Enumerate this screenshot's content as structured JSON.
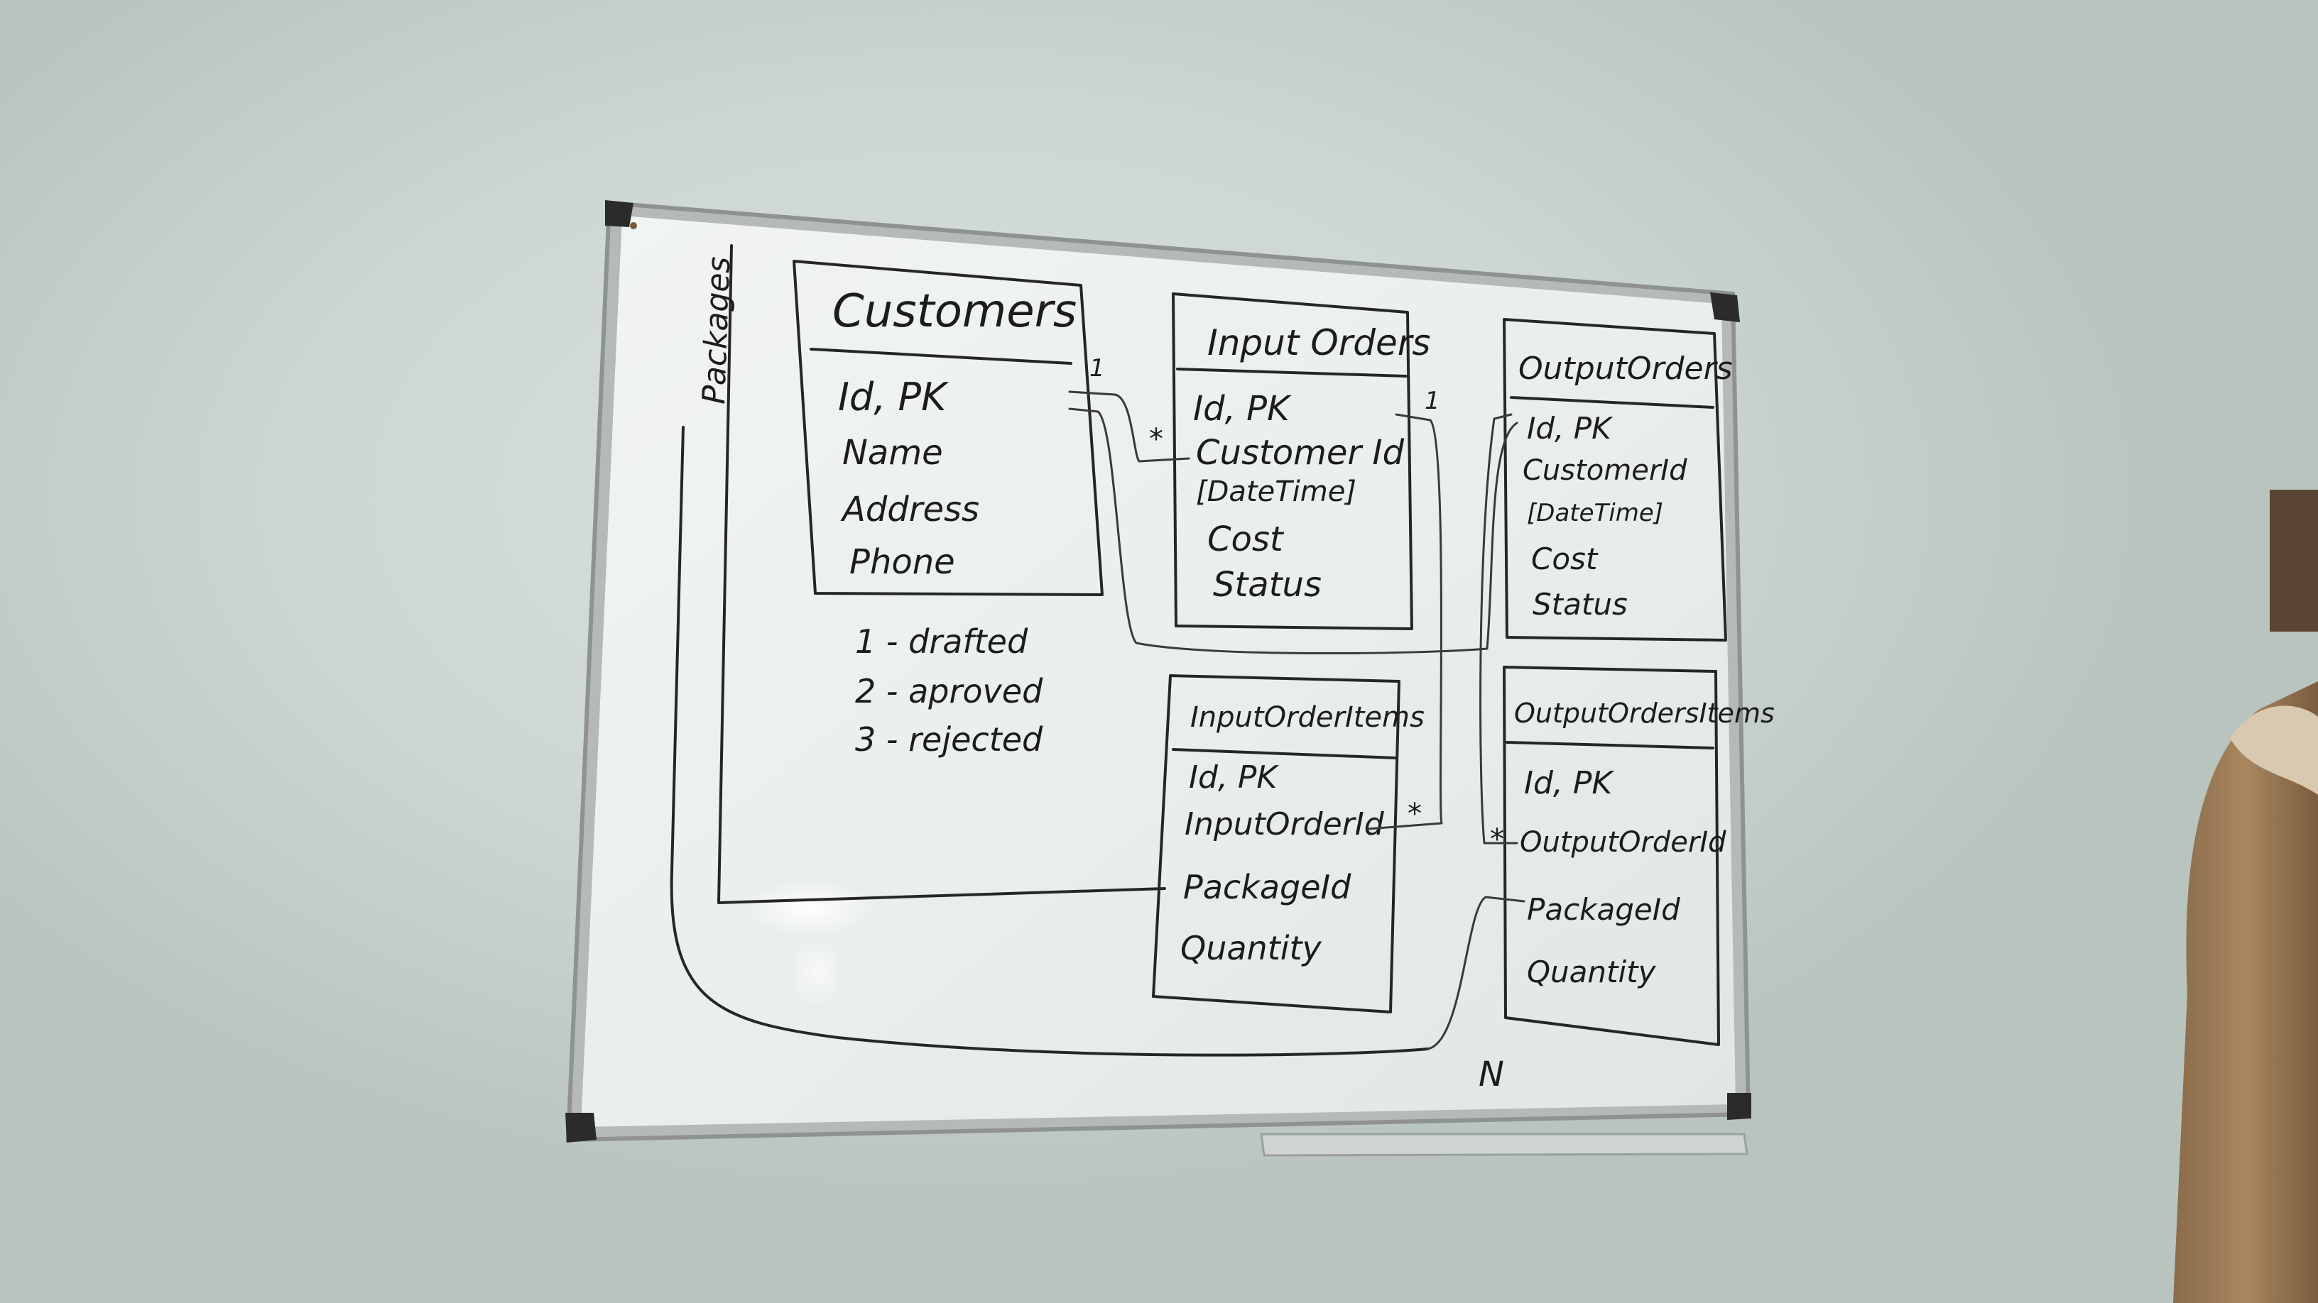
{
  "board": {
    "colors": {
      "wall": "#c9d3cf",
      "board_surface": "#eef2f0",
      "frame": "#a9adac",
      "ink": "#1c1c1c"
    }
  },
  "packages": {
    "title": "Packages"
  },
  "customers": {
    "title": "Customers",
    "fields": [
      "Id, PK",
      "Name",
      "Address",
      "Phone"
    ]
  },
  "input_orders": {
    "title": "Input Orders",
    "fields": [
      "Id, PK",
      "Customer Id",
      "[DateTime]",
      "Cost",
      "Status"
    ]
  },
  "output_orders": {
    "title": "OutputOrders",
    "fields": [
      "Id, PK",
      "CustomerId",
      "[DateTime]",
      "Cost",
      "Status"
    ]
  },
  "input_order_items": {
    "title": "InputOrderItems",
    "fields": [
      "Id, PK",
      "InputOrderId",
      "PackageId",
      "Quantity"
    ]
  },
  "output_orders_items": {
    "title": "OutputOrdersItems",
    "fields": [
      "Id, PK",
      "OutputOrderId",
      "PackageId",
      "Quantity"
    ]
  },
  "status_legend": {
    "items": [
      "1 - drafted",
      "2 - aproved",
      "3 - rejected"
    ]
  },
  "cardinality": {
    "one": "1",
    "many": "*"
  },
  "marks": {
    "bottom_symbol": "N"
  }
}
